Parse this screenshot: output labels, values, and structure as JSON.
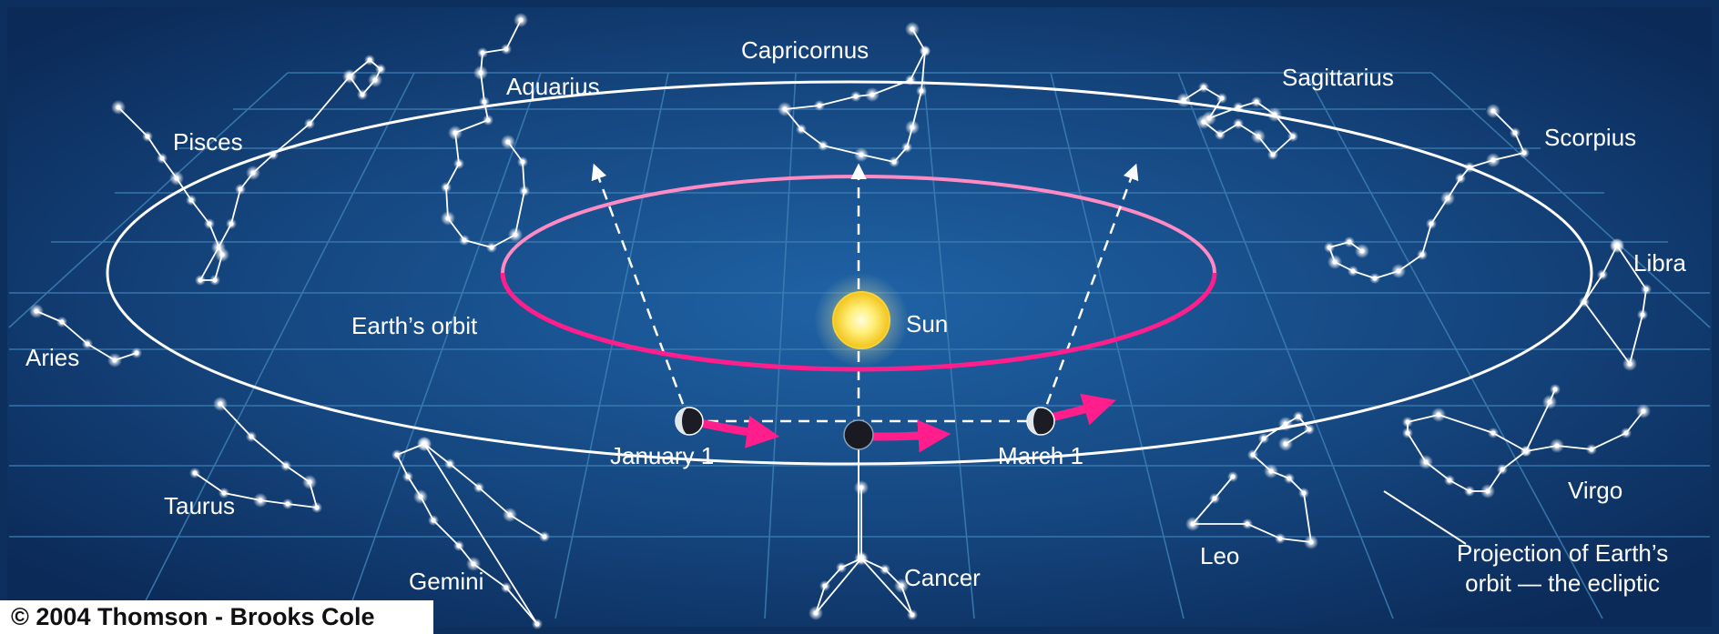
{
  "diagram": {
    "labels": {
      "capricornus": "Capricornus",
      "sagittarius": "Sagittarius",
      "scorpius": "Scorpius",
      "libra": "Libra",
      "virgo": "Virgo",
      "leo": "Leo",
      "cancer": "Cancer",
      "gemini": "Gemini",
      "taurus": "Taurus",
      "aries": "Aries",
      "pisces": "Pisces",
      "aquarius": "Aquarius",
      "sun": "Sun",
      "earths_orbit": "Earth’s orbit",
      "january_1": "January 1",
      "march_1": "March 1",
      "ecliptic_line1": "Projection of Earth’s",
      "ecliptic_line2": "orbit — the ecliptic"
    },
    "colors": {
      "background": "#0d2f5e",
      "grid": "#3d7fb4",
      "ecliptic": "#ffffff",
      "earth_orbit_back": "#ff8ac4",
      "earth_orbit_front": "#ff1e8c",
      "sun": "#ffe23a"
    }
  },
  "footer": {
    "copyright": "© 2004 Thomson - Brooks Cole"
  }
}
